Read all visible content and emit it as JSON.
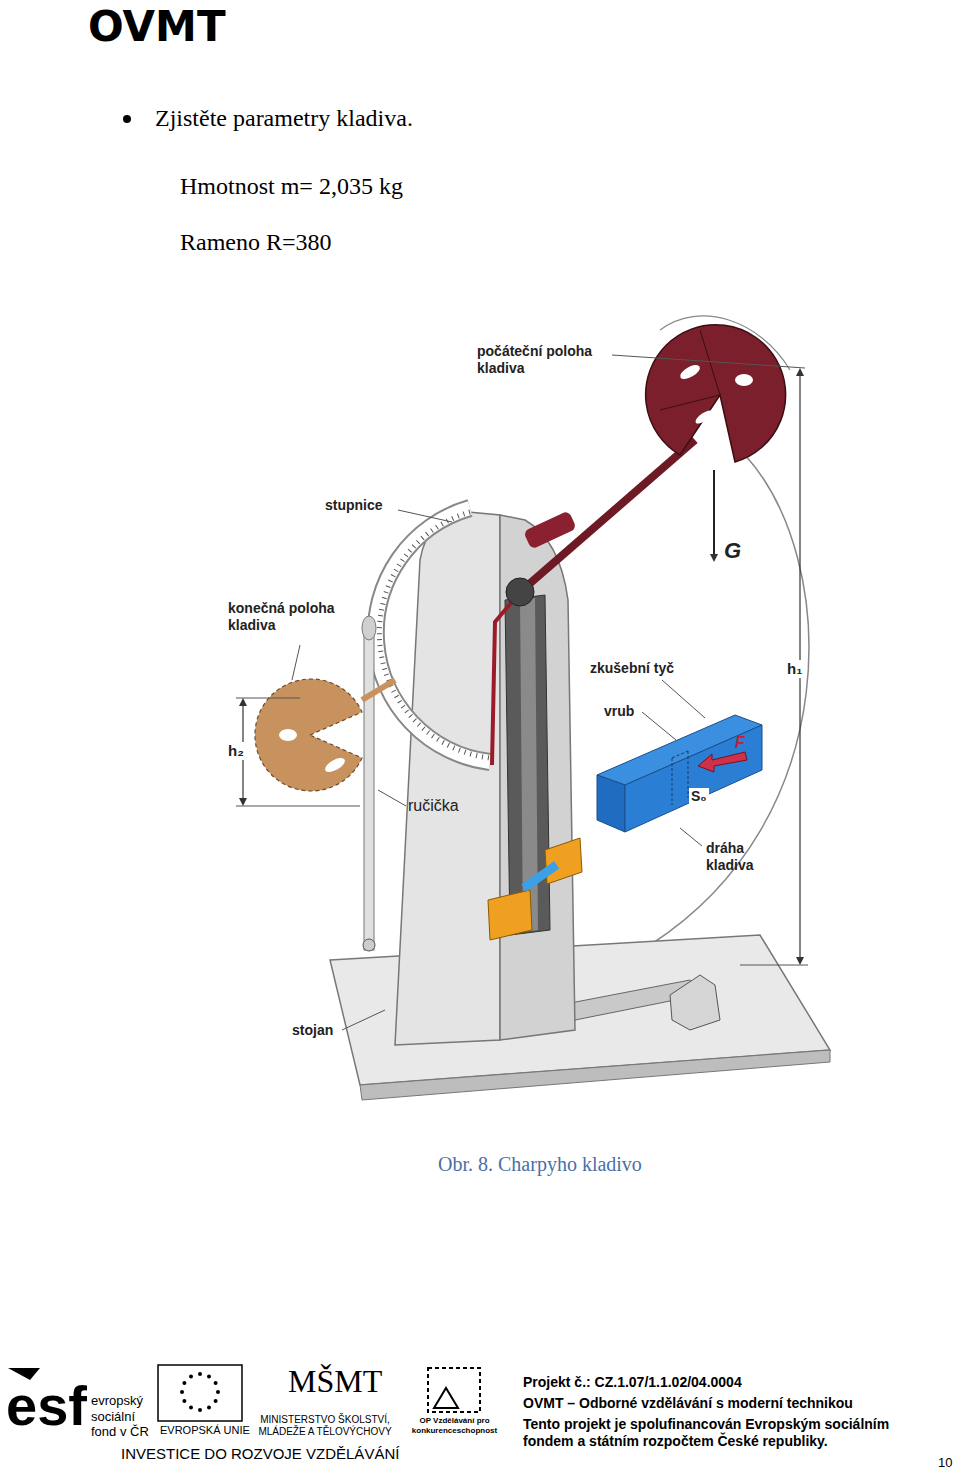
{
  "diagram": {
    "caption": "Obr. 8. Charpyho kladivo",
    "labels": [
      "OVMT",
      "Zjistěte parametry kladiva.",
      "Hmotnost m= 2,035 kg",
      "Rameno R=380",
      "počáteční poloha kladiva",
      "stupnice",
      "konečná poloha kladiva",
      "h₂",
      "ručička",
      "zkušební tyč",
      "vrub",
      "F",
      "S₀",
      "dráha kladiva",
      "stojan",
      "G",
      "h₁",
      "esf",
      "evropský sociální fond v ČR",
      "EVROPSKÁ UNIE",
      "MŠMT",
      "MINISTERSTVO ŠKOLSTVÍ, MLÁDEŽE A TĚLOVÝCHOVY",
      "OP Vzdělávání pro konkurenceschopnost",
      "INVESTICE DO ROZVOJE VZDĚLÁVÁNÍ",
      "Projekt č.: CZ.1.07/1.1.02/04.0004",
      "OVMT – Odborné vzdělávání s moderní technikou",
      "Tento projekt je spolufinancován Evropským sociálním fondem a státním rozpočtem České republiky.",
      "10"
    ]
  }
}
